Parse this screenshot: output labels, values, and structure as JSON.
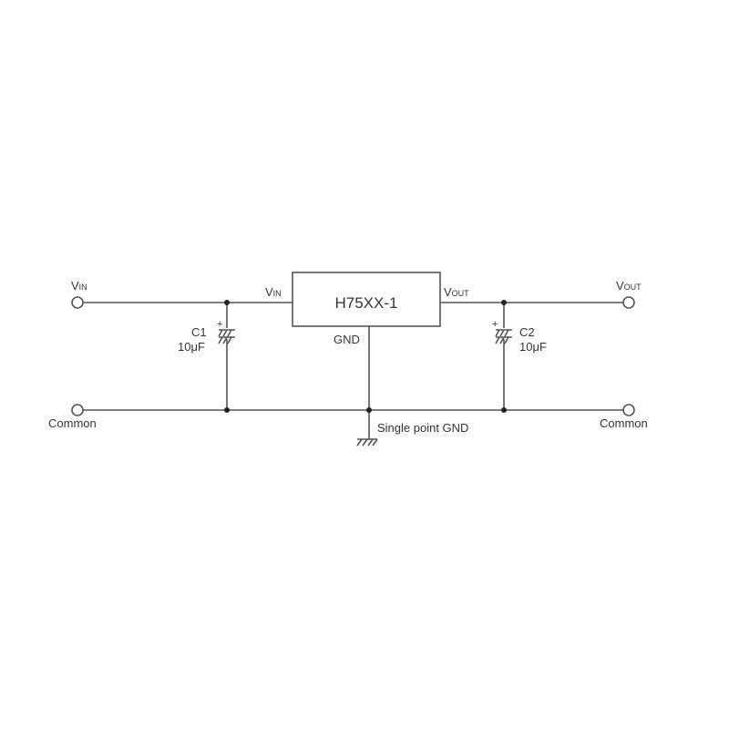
{
  "regulator": {
    "part": "H75XX-1",
    "pin_in": "V",
    "pin_in_sub": "IN",
    "pin_out": "V",
    "pin_out_sub": "OUT",
    "pin_gnd": "GND"
  },
  "terminals": {
    "vin": {
      "main": "V",
      "sub": "IN"
    },
    "vout": {
      "main": "V",
      "sub": "OUT"
    },
    "common_left": "Common",
    "common_right": "Common"
  },
  "c1": {
    "name": "C1",
    "value": "10μF",
    "polarity": "+"
  },
  "c2": {
    "name": "C2",
    "value": "10μF",
    "polarity": "+"
  },
  "ground_label": "Single point GND"
}
